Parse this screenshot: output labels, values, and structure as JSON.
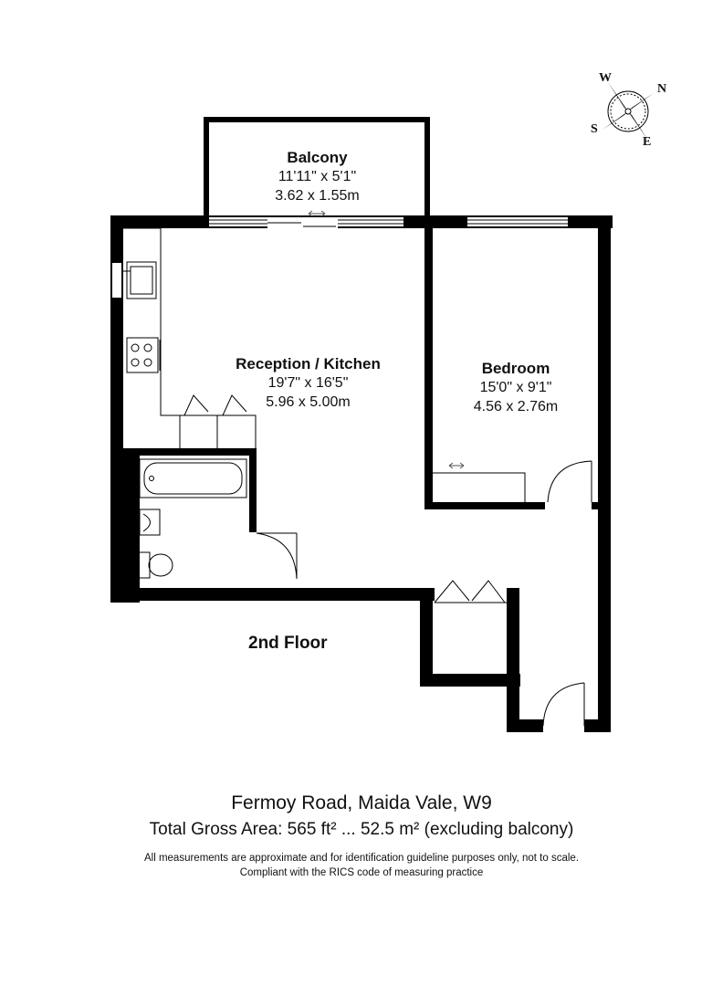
{
  "rooms": {
    "balcony": {
      "name": "Balcony",
      "imperial": "11'11\" x 5'1\"",
      "metric": "3.62 x 1.55m"
    },
    "reception": {
      "name": "Reception / Kitchen",
      "imperial": "19'7\" x 16'5\"",
      "metric": "5.96 x 5.00m"
    },
    "bedroom": {
      "name": "Bedroom",
      "imperial": "15'0\" x 9'1\"",
      "metric": "4.56 x 2.76m"
    }
  },
  "floor_label": "2nd Floor",
  "compass": {
    "n": "N",
    "e": "E",
    "s": "S",
    "w": "W"
  },
  "footer": {
    "address": "Fermoy Road, Maida Vale, W9",
    "area": "Total Gross Area: 565 ft² ... 52.5 m² (excluding balcony)",
    "disclaimer_1": "All measurements are approximate and for identification guideline purposes only, not to scale.",
    "disclaimer_2": "Compliant with the RICS code of measuring practice"
  }
}
